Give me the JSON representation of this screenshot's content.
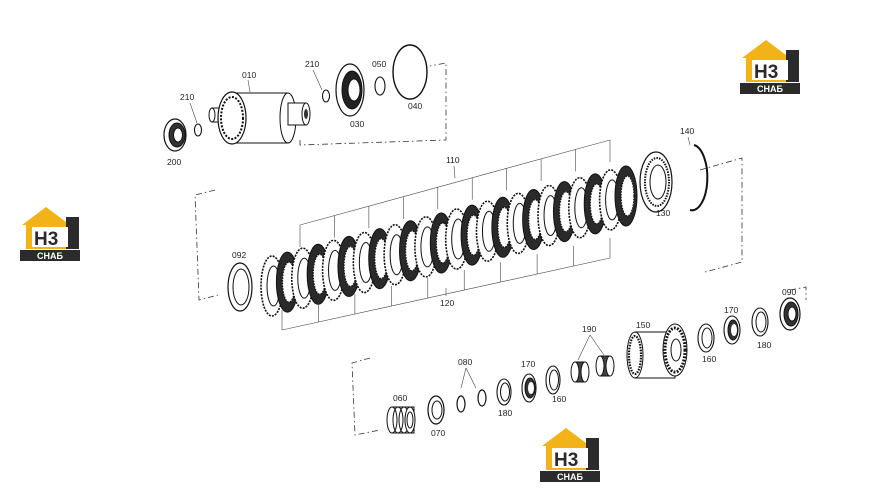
{
  "logo": {
    "mark": "H3",
    "text": "СНАБ",
    "accent": "#f2b319",
    "dark": "#2b2b2b"
  },
  "parts": {
    "p010": "010",
    "p210a": "210",
    "p210b": "210",
    "p200": "200",
    "p050": "050",
    "p030": "030",
    "p040": "040",
    "p110": "110",
    "p120": "120",
    "p092": "092",
    "p130": "130",
    "p140": "140",
    "p060": "060",
    "p070": "070",
    "p080": "080",
    "p180a": "180",
    "p170a": "170",
    "p160a": "160",
    "p190": "190",
    "p150": "150",
    "p160b": "160",
    "p170b": "170",
    "p180b": "180",
    "p090": "090"
  }
}
